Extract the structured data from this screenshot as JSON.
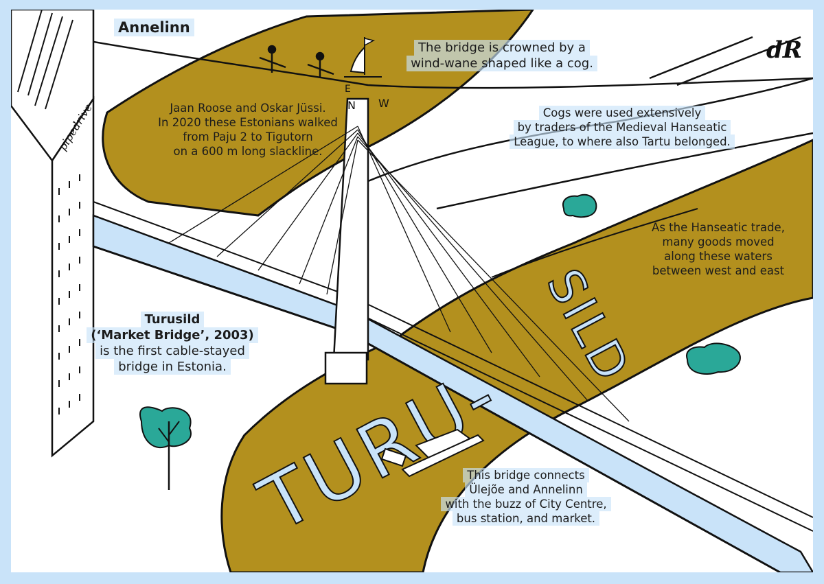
{
  "place_label": "Annelinn",
  "building_sign": "pipedrive",
  "signature": "dR",
  "compass": {
    "east": "E",
    "north": "N",
    "west": "W"
  },
  "river_text": {
    "left": "TURU-",
    "right": "SILD"
  },
  "captions": {
    "slackline": [
      "Jaan Roose and Oskar Jüssi.",
      "In 2020 these Estonians walked",
      "from Paju 2 to Tigutorn",
      "on a 600 m long slackline."
    ],
    "windvane": [
      "The bridge is crowned by a",
      "wind-wane shaped like a cog."
    ],
    "cogs": [
      "Cogs were used extensively",
      "by traders of the Medieval Hanseatic",
      "League, to where also Tartu belonged."
    ],
    "hanseatic": [
      "As the Hanseatic trade,",
      "many goods moved",
      "along these waters",
      "between west and east"
    ],
    "turusild": {
      "title": "Turusild",
      "subtitle": "(‘Market Bridge’, 2003)",
      "lines": [
        "is the first cable-stayed",
        "bridge in Estonia."
      ]
    },
    "connects": [
      "This bridge connects",
      "Ülejõe and Annelinn",
      "with the buzz of City Centre,",
      "bus station, and market."
    ]
  },
  "colors": {
    "frame": "#c9e3f9",
    "river": "#b3901e",
    "bridge_deck": "#c9e3f9",
    "tree": "#2aa898",
    "ink": "#111111",
    "paper": "#ffffff"
  }
}
